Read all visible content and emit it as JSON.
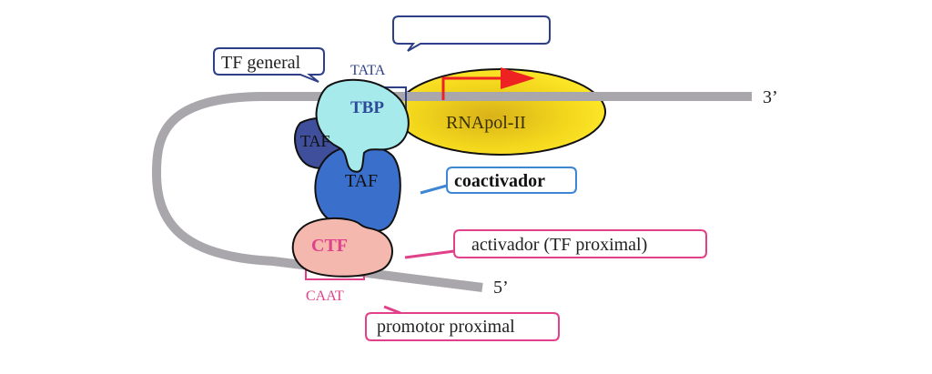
{
  "diagram": {
    "dna": {
      "end_3": "3’",
      "end_5": "5’",
      "color": "#a9a7ab"
    },
    "elements": {
      "tata": "TATA",
      "caat": "CAAT"
    },
    "proteins": {
      "tbp": "TBP",
      "taf_small": "TAF",
      "taf_large": "TAF",
      "ctf": "CTF",
      "rnapol": "RNApol-II"
    },
    "callouts": {
      "empty": "",
      "tf_general": "TF general",
      "coactivador": "coactivador",
      "activador": "activador (TF proximal)",
      "promotor": "promotor proximal"
    },
    "colors": {
      "dna": "#a9a7ab",
      "rnapol": "#f2d61c",
      "tbp": "#a6eaec",
      "taf_small": "#3f4f9c",
      "taf_large": "#3b6fcc",
      "ctf": "#f4b8ae",
      "arrow": "#ee2222",
      "blue_callout": "#2d3f86",
      "lightblue_callout": "#3d86d4",
      "pink_callout": "#e0418a"
    }
  }
}
